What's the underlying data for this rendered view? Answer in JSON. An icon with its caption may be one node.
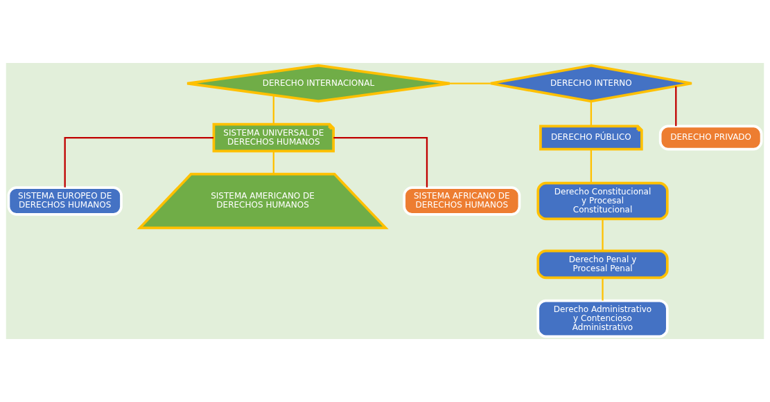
{
  "diagram": {
    "nodes": [
      {
        "text": [
          "DERECHO INTERNACIONAL"
        ]
      },
      {
        "text": [
          "DERECHO INTERNO"
        ]
      },
      {
        "text": [
          "SISTEMA UNIVERSAL DE DERECHOS HUMANOS"
        ]
      },
      {
        "text": [
          "SISTEMA EUROPEO DE DERECHOS HUMANOS"
        ]
      },
      {
        "text": [
          "SISTEMA AMERICANO DE DERECHOS HUMANOS"
        ]
      },
      {
        "text": [
          "SISTEMA AFRICANO DE DERECHOS HUMANOS"
        ]
      },
      {
        "text": [
          "DERECHO PÚBLICO"
        ]
      },
      {
        "text": [
          "DERECHO PRIVADO"
        ]
      },
      {
        "text": [
          "Derecho Constitucional y Procesal Constitucional"
        ]
      },
      {
        "text": [
          "Derecho Penal y Procesal Penal"
        ]
      },
      {
        "text": [
          "Derecho Administrativo y Contencioso Administrativo"
        ]
      }
    ],
    "edges": [
      {
        "from": 0,
        "to": 1,
        "arrow": "none"
      },
      {
        "from": 0,
        "to": 2,
        "arrow": "none"
      },
      {
        "from": 2,
        "to": 3,
        "arrow": "none",
        "color": "#c00000"
      },
      {
        "from": 2,
        "to": 4,
        "arrow": "none"
      },
      {
        "from": 2,
        "to": 5,
        "arrow": "none",
        "color": "#c00000"
      },
      {
        "from": 1,
        "to": 6,
        "arrow": "none"
      },
      {
        "from": 1,
        "to": 7,
        "arrow": "none",
        "color": "#c00000"
      },
      {
        "from": 6,
        "to": 8,
        "arrow": "none"
      },
      {
        "from": 8,
        "to": 9,
        "arrow": "none"
      },
      {
        "from": 9,
        "to": 10,
        "arrow": "none"
      }
    ]
  }
}
